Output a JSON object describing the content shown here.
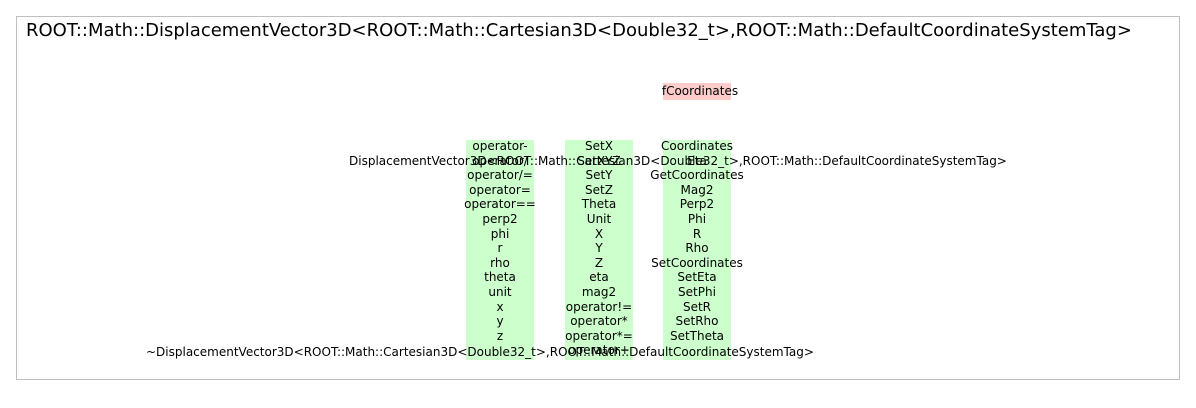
{
  "title": "ROOT::Math::DisplacementVector3D<ROOT::Math::Cartesian3D<Double32_t>,ROOT::Math::DefaultCoordinateSystemTag>",
  "data_member": "fCoordinates",
  "constructor": "DisplacementVector3D<ROOT::Math::Cartesian3D<Double32_t>,ROOT::Math::DefaultCoordinateSystemTag>",
  "destructor": "~DisplacementVector3D<ROOT::Math::Cartesian3D<Double32_t>,ROOT::Math::DefaultCoordinateSystemTag>",
  "colors": {
    "methods_bg": "#ccffcc",
    "data_member_bg": "#ffcccc",
    "frame_border": "#bfbfbf"
  },
  "columns": [
    [
      "operator-",
      "operator/",
      "operator/=",
      "operator=",
      "operator==",
      "perp2",
      "phi",
      "r",
      "rho",
      "theta",
      "unit",
      "x",
      "y",
      "z"
    ],
    [
      "SetX",
      "SetXYZ",
      "SetY",
      "SetZ",
      "Theta",
      "Unit",
      "X",
      "Y",
      "Z",
      "eta",
      "mag2",
      "operator!=",
      "operator*",
      "operator*=",
      "operator+"
    ],
    [
      "Coordinates",
      "Eta",
      "GetCoordinates",
      "Mag2",
      "Perp2",
      "Phi",
      "R",
      "Rho",
      "SetCoordinates",
      "SetEta",
      "SetPhi",
      "SetR",
      "SetRho",
      "SetTheta"
    ]
  ]
}
